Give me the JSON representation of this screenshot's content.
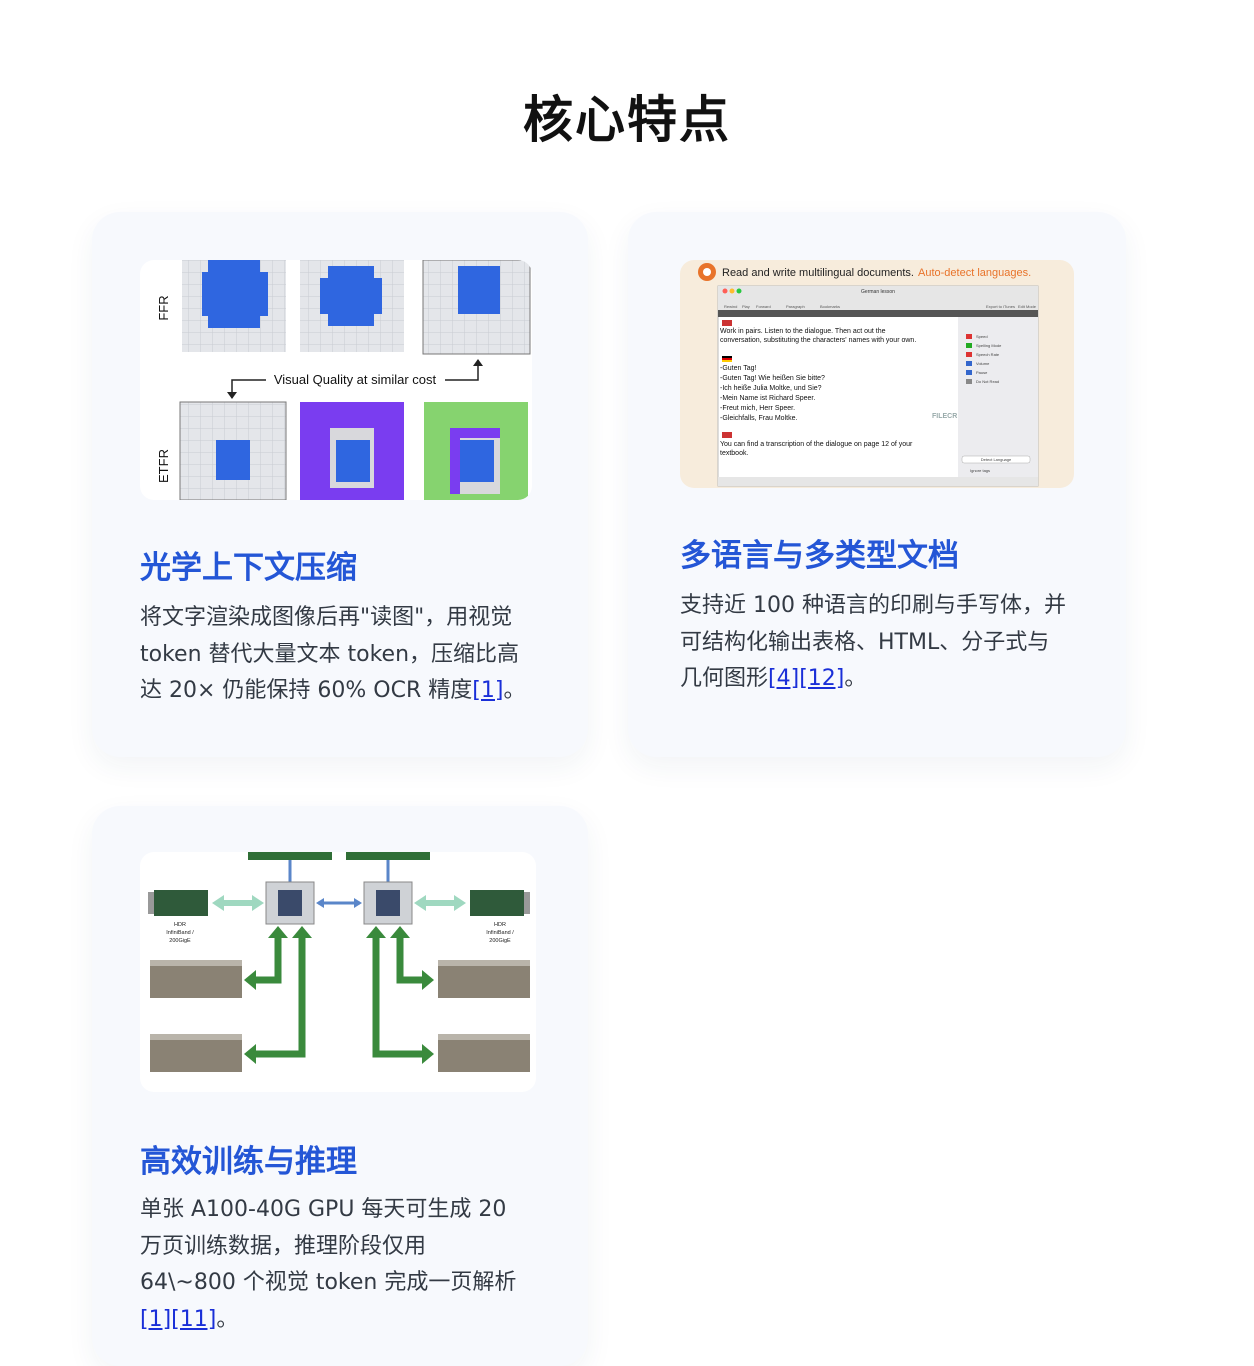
{
  "page_title": "核心特点",
  "cards": [
    {
      "title": "光学上下文压缩",
      "text_lines": [
        "将文字渲染成图像后再\"读图\"，用视觉",
        "token 替代大量文本 token，压缩比高",
        "达 20× 仍能保持 60% OCR 精度"
      ],
      "refs": [
        "[1]"
      ],
      "end": "。",
      "figure": {
        "row_label_top": "FFR",
        "row_label_bottom": "ETFR",
        "caption": "Visual Quality at similar cost",
        "colors": {
          "blue": "#2f66e0",
          "purple": "#7a3df0",
          "green": "#86d36f",
          "grid": "#d9dbe0"
        }
      }
    },
    {
      "title": "多语言与多类型文档",
      "text_lines": [
        "支持近 100 种语言的印刷与手写体，并",
        "可结构化输出表格、HTML、分子式与",
        "几何图形"
      ],
      "refs": [
        "[4]",
        "[12]"
      ],
      "end": "。",
      "figure": {
        "header_text": "Read and write multilingual documents.",
        "header_accent": "Auto-detect languages.",
        "window_title": "German lesson",
        "toolbar_left": [
          "Rewind",
          "Play",
          "Forward",
          "Paragraph",
          "Bookmarks"
        ],
        "toolbar_right": [
          "Export to iTunes",
          "Edit Mode"
        ],
        "lines_en": [
          "Work in pairs. Listen to the dialogue. Then act out the",
          "conversation, substituting the characters' names with your own."
        ],
        "lines_de": [
          "-Guten Tag!",
          "-Guten Tag! Wie heißen Sie bitte?",
          "-Ich heiße Julia Moltke, und Sie?",
          "-Mein Name ist Richard Speer.",
          "-Freut mich, Herr Speer.",
          "-Gleichfalls, Frau Moltke."
        ],
        "lines_en2": [
          "You can find a transcription of the dialogue on page 12 of your",
          "textbook."
        ],
        "watermark": "FILECR",
        "side_items": [
          "Speed",
          "Spelling Mode",
          "Speech Rate",
          "Volume",
          "Pause",
          "Do Not Read"
        ],
        "side_button": "Detect Language",
        "side_check": "Ignore tags",
        "accent_color": "#e8732a"
      }
    },
    {
      "title": "高效训练与推理",
      "text_lines": [
        "单张 A100-40G GPU 每天可生成 20",
        "万页训练数据，推理阶段仅用",
        "64\\~800 个视觉 token 完成一页解析"
      ],
      "refs": [
        "[1]",
        "[11]"
      ],
      "end": "。",
      "figure": {
        "nic_label_left": [
          "HDR",
          "InfiniBand /",
          "200GigE"
        ],
        "nic_label_right": [
          "HDR",
          "InfiniBand /",
          "200GigE"
        ],
        "colors": {
          "arrow_green": "#3a8a3c",
          "arrow_mint": "#9fd8c0",
          "arrow_blue": "#5a86c9"
        }
      }
    }
  ]
}
